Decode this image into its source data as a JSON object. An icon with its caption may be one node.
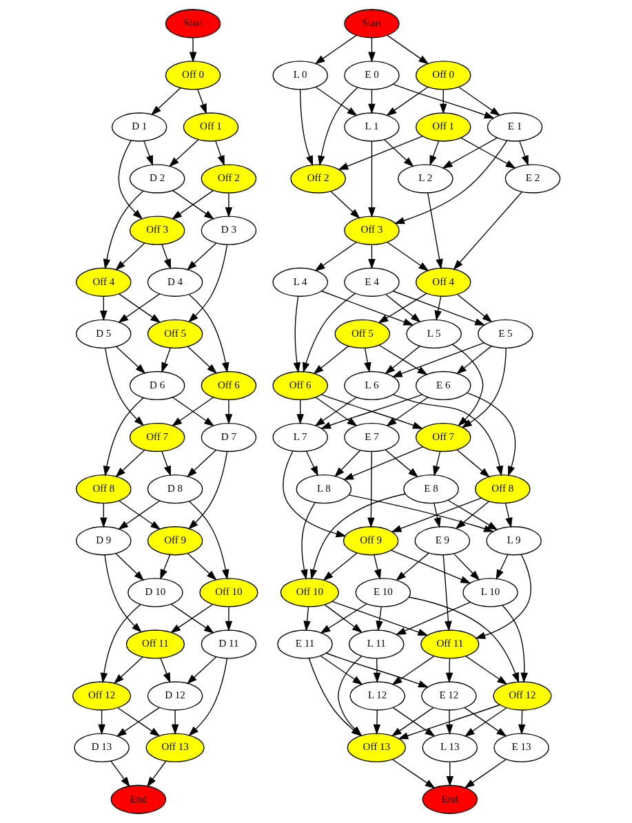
{
  "diagram": {
    "nodes": [
      {
        "text": [
          "Start"
        ]
      },
      {
        "text": [
          "Off 0"
        ]
      },
      {
        "text": [
          "Off 1"
        ]
      },
      {
        "text": [
          "D 1"
        ]
      },
      {
        "text": [
          "Off 2"
        ]
      },
      {
        "text": [
          "D 2"
        ]
      },
      {
        "text": [
          "Off 3"
        ]
      },
      {
        "text": [
          "D 3"
        ]
      },
      {
        "text": [
          "Off 4"
        ]
      },
      {
        "text": [
          "D 4"
        ]
      },
      {
        "text": [
          "Off 5"
        ]
      },
      {
        "text": [
          "D 5"
        ]
      },
      {
        "text": [
          "Off 6"
        ]
      },
      {
        "text": [
          "D 6"
        ]
      },
      {
        "text": [
          "Off 7"
        ]
      },
      {
        "text": [
          "D 7"
        ]
      },
      {
        "text": [
          "Off 8"
        ]
      },
      {
        "text": [
          "D 8"
        ]
      },
      {
        "text": [
          "Off 9"
        ]
      },
      {
        "text": [
          "D 9"
        ]
      },
      {
        "text": [
          "Off 10"
        ]
      },
      {
        "text": [
          "D 10"
        ]
      },
      {
        "text": [
          "Off 11"
        ]
      },
      {
        "text": [
          "D 11"
        ]
      },
      {
        "text": [
          "Off 12"
        ]
      },
      {
        "text": [
          "D 12"
        ]
      },
      {
        "text": [
          "Off 13"
        ]
      },
      {
        "text": [
          "D 13"
        ]
      },
      {
        "text": [
          "End"
        ]
      },
      {
        "text": [
          "Start"
        ]
      },
      {
        "text": [
          "Off 0"
        ]
      },
      {
        "text": [
          "E 0"
        ]
      },
      {
        "text": [
          "L 0"
        ]
      },
      {
        "text": [
          "Off 1"
        ]
      },
      {
        "text": [
          "E 1"
        ]
      },
      {
        "text": [
          "L 1"
        ]
      },
      {
        "text": [
          "Off 2"
        ]
      },
      {
        "text": [
          "E 2"
        ]
      },
      {
        "text": [
          "L 2"
        ]
      },
      {
        "text": [
          "Off 3"
        ]
      },
      {
        "text": [
          "Off 4"
        ]
      },
      {
        "text": [
          "E 4"
        ]
      },
      {
        "text": [
          "L 4"
        ]
      },
      {
        "text": [
          "Off 5"
        ]
      },
      {
        "text": [
          "E 5"
        ]
      },
      {
        "text": [
          "L 5"
        ]
      },
      {
        "text": [
          "Off 6"
        ]
      },
      {
        "text": [
          "E 6"
        ]
      },
      {
        "text": [
          "L 6"
        ]
      },
      {
        "text": [
          "Off 7"
        ]
      },
      {
        "text": [
          "E 7"
        ]
      },
      {
        "text": [
          "L 7"
        ]
      },
      {
        "text": [
          "Off 8"
        ]
      },
      {
        "text": [
          "E 8"
        ]
      },
      {
        "text": [
          "L 8"
        ]
      },
      {
        "text": [
          "Off 9"
        ]
      },
      {
        "text": [
          "E 9"
        ]
      },
      {
        "text": [
          "L 9"
        ]
      },
      {
        "text": [
          "Off 10"
        ]
      },
      {
        "text": [
          "E 10"
        ]
      },
      {
        "text": [
          "L 10"
        ]
      },
      {
        "text": [
          "Off 11"
        ]
      },
      {
        "text": [
          "E 11"
        ]
      },
      {
        "text": [
          "L 11"
        ]
      },
      {
        "text": [
          "Off 12"
        ]
      },
      {
        "text": [
          "E 12"
        ]
      },
      {
        "text": [
          "L 12"
        ]
      },
      {
        "text": [
          "Off 13"
        ]
      },
      {
        "text": [
          "E 13"
        ]
      },
      {
        "text": [
          "L 13"
        ]
      },
      {
        "text": [
          "End"
        ]
      }
    ],
    "edges": [
      {
        "from": 0,
        "to": 1,
        "arrow": "to"
      },
      {
        "from": 1,
        "to": 2,
        "arrow": "to"
      },
      {
        "from": 1,
        "to": 3,
        "arrow": "to"
      },
      {
        "from": 2,
        "to": 4,
        "arrow": "to"
      },
      {
        "from": 2,
        "to": 5,
        "arrow": "to"
      },
      {
        "from": 3,
        "to": 5,
        "arrow": "to"
      },
      {
        "from": 3,
        "to": 6,
        "arrow": "to"
      },
      {
        "from": 4,
        "to": 6,
        "arrow": "to"
      },
      {
        "from": 4,
        "to": 7,
        "arrow": "to"
      },
      {
        "from": 5,
        "to": 7,
        "arrow": "to"
      },
      {
        "from": 5,
        "to": 8,
        "arrow": "to"
      },
      {
        "from": 6,
        "to": 8,
        "arrow": "to"
      },
      {
        "from": 6,
        "to": 9,
        "arrow": "to"
      },
      {
        "from": 7,
        "to": 9,
        "arrow": "to"
      },
      {
        "from": 7,
        "to": 10,
        "arrow": "to"
      },
      {
        "from": 8,
        "to": 10,
        "arrow": "to"
      },
      {
        "from": 8,
        "to": 11,
        "arrow": "to"
      },
      {
        "from": 9,
        "to": 11,
        "arrow": "to"
      },
      {
        "from": 9,
        "to": 12,
        "arrow": "to"
      },
      {
        "from": 10,
        "to": 12,
        "arrow": "to"
      },
      {
        "from": 10,
        "to": 13,
        "arrow": "to"
      },
      {
        "from": 11,
        "to": 13,
        "arrow": "to"
      },
      {
        "from": 11,
        "to": 14,
        "arrow": "to"
      },
      {
        "from": 12,
        "to": 14,
        "arrow": "to"
      },
      {
        "from": 12,
        "to": 15,
        "arrow": "to"
      },
      {
        "from": 13,
        "to": 15,
        "arrow": "to"
      },
      {
        "from": 13,
        "to": 16,
        "arrow": "to"
      },
      {
        "from": 14,
        "to": 16,
        "arrow": "to"
      },
      {
        "from": 14,
        "to": 17,
        "arrow": "to"
      },
      {
        "from": 15,
        "to": 17,
        "arrow": "to"
      },
      {
        "from": 15,
        "to": 18,
        "arrow": "to"
      },
      {
        "from": 16,
        "to": 18,
        "arrow": "to"
      },
      {
        "from": 16,
        "to": 19,
        "arrow": "to"
      },
      {
        "from": 17,
        "to": 19,
        "arrow": "to"
      },
      {
        "from": 17,
        "to": 20,
        "arrow": "to"
      },
      {
        "from": 18,
        "to": 20,
        "arrow": "to"
      },
      {
        "from": 18,
        "to": 21,
        "arrow": "to"
      },
      {
        "from": 19,
        "to": 21,
        "arrow": "to"
      },
      {
        "from": 19,
        "to": 22,
        "arrow": "to"
      },
      {
        "from": 20,
        "to": 22,
        "arrow": "to"
      },
      {
        "from": 20,
        "to": 23,
        "arrow": "to"
      },
      {
        "from": 21,
        "to": 23,
        "arrow": "to"
      },
      {
        "from": 21,
        "to": 24,
        "arrow": "to"
      },
      {
        "from": 22,
        "to": 24,
        "arrow": "to"
      },
      {
        "from": 22,
        "to": 25,
        "arrow": "to"
      },
      {
        "from": 23,
        "to": 25,
        "arrow": "to"
      },
      {
        "from": 23,
        "to": 26,
        "arrow": "to"
      },
      {
        "from": 24,
        "to": 26,
        "arrow": "to"
      },
      {
        "from": 24,
        "to": 27,
        "arrow": "to"
      },
      {
        "from": 25,
        "to": 27,
        "arrow": "to"
      },
      {
        "from": 25,
        "to": 26,
        "arrow": "to"
      },
      {
        "from": 26,
        "to": 28,
        "arrow": "to"
      },
      {
        "from": 27,
        "to": 28,
        "arrow": "to"
      },
      {
        "from": 29,
        "to": 30,
        "arrow": "to"
      },
      {
        "from": 29,
        "to": 31,
        "arrow": "to"
      },
      {
        "from": 29,
        "to": 32,
        "arrow": "to"
      },
      {
        "from": 30,
        "to": 33,
        "arrow": "to"
      },
      {
        "from": 30,
        "to": 34,
        "arrow": "to"
      },
      {
        "from": 30,
        "to": 35,
        "arrow": "to"
      },
      {
        "from": 31,
        "to": 34,
        "arrow": "to"
      },
      {
        "from": 31,
        "to": 35,
        "arrow": "to"
      },
      {
        "from": 31,
        "to": 36,
        "arrow": "to"
      },
      {
        "from": 32,
        "to": 35,
        "arrow": "to"
      },
      {
        "from": 32,
        "to": 36,
        "arrow": "to"
      },
      {
        "from": 33,
        "to": 36,
        "arrow": "to"
      },
      {
        "from": 33,
        "to": 37,
        "arrow": "to"
      },
      {
        "from": 33,
        "to": 38,
        "arrow": "to"
      },
      {
        "from": 34,
        "to": 37,
        "arrow": "to"
      },
      {
        "from": 34,
        "to": 38,
        "arrow": "to"
      },
      {
        "from": 34,
        "to": 39,
        "arrow": "to"
      },
      {
        "from": 35,
        "to": 38,
        "arrow": "to"
      },
      {
        "from": 35,
        "to": 39,
        "arrow": "to"
      },
      {
        "from": 36,
        "to": 39,
        "arrow": "to"
      },
      {
        "from": 37,
        "to": 40,
        "arrow": "to"
      },
      {
        "from": 38,
        "to": 40,
        "arrow": "to"
      },
      {
        "from": 39,
        "to": 40,
        "arrow": "to"
      },
      {
        "from": 39,
        "to": 41,
        "arrow": "to"
      },
      {
        "from": 39,
        "to": 42,
        "arrow": "to"
      },
      {
        "from": 40,
        "to": 43,
        "arrow": "to"
      },
      {
        "from": 40,
        "to": 44,
        "arrow": "to"
      },
      {
        "from": 40,
        "to": 45,
        "arrow": "to"
      },
      {
        "from": 41,
        "to": 44,
        "arrow": "to"
      },
      {
        "from": 41,
        "to": 45,
        "arrow": "to"
      },
      {
        "from": 41,
        "to": 46,
        "arrow": "to"
      },
      {
        "from": 42,
        "to": 45,
        "arrow": "to"
      },
      {
        "from": 42,
        "to": 46,
        "arrow": "to"
      },
      {
        "from": 43,
        "to": 46,
        "arrow": "to"
      },
      {
        "from": 43,
        "to": 47,
        "arrow": "to"
      },
      {
        "from": 43,
        "to": 48,
        "arrow": "to"
      },
      {
        "from": 44,
        "to": 47,
        "arrow": "to"
      },
      {
        "from": 44,
        "to": 48,
        "arrow": "to"
      },
      {
        "from": 44,
        "to": 49,
        "arrow": "to"
      },
      {
        "from": 45,
        "to": 48,
        "arrow": "to"
      },
      {
        "from": 45,
        "to": 49,
        "arrow": "to"
      },
      {
        "from": 46,
        "to": 49,
        "arrow": "to"
      },
      {
        "from": 46,
        "to": 50,
        "arrow": "to"
      },
      {
        "from": 46,
        "to": 51,
        "arrow": "to"
      },
      {
        "from": 47,
        "to": 50,
        "arrow": "to"
      },
      {
        "from": 47,
        "to": 51,
        "arrow": "to"
      },
      {
        "from": 47,
        "to": 52,
        "arrow": "to"
      },
      {
        "from": 48,
        "to": 51,
        "arrow": "to"
      },
      {
        "from": 48,
        "to": 52,
        "arrow": "to"
      },
      {
        "from": 49,
        "to": 52,
        "arrow": "to"
      },
      {
        "from": 49,
        "to": 53,
        "arrow": "to"
      },
      {
        "from": 49,
        "to": 54,
        "arrow": "to"
      },
      {
        "from": 50,
        "to": 53,
        "arrow": "to"
      },
      {
        "from": 50,
        "to": 54,
        "arrow": "to"
      },
      {
        "from": 50,
        "to": 55,
        "arrow": "to"
      },
      {
        "from": 51,
        "to": 54,
        "arrow": "to"
      },
      {
        "from": 51,
        "to": 55,
        "arrow": "to"
      },
      {
        "from": 52,
        "to": 55,
        "arrow": "to"
      },
      {
        "from": 52,
        "to": 56,
        "arrow": "to"
      },
      {
        "from": 52,
        "to": 57,
        "arrow": "to"
      },
      {
        "from": 53,
        "to": 56,
        "arrow": "to"
      },
      {
        "from": 53,
        "to": 57,
        "arrow": "to"
      },
      {
        "from": 53,
        "to": 58,
        "arrow": "to"
      },
      {
        "from": 54,
        "to": 57,
        "arrow": "to"
      },
      {
        "from": 54,
        "to": 58,
        "arrow": "to"
      },
      {
        "from": 55,
        "to": 58,
        "arrow": "to"
      },
      {
        "from": 55,
        "to": 59,
        "arrow": "to"
      },
      {
        "from": 55,
        "to": 60,
        "arrow": "to"
      },
      {
        "from": 56,
        "to": 59,
        "arrow": "to"
      },
      {
        "from": 56,
        "to": 60,
        "arrow": "to"
      },
      {
        "from": 56,
        "to": 61,
        "arrow": "to"
      },
      {
        "from": 57,
        "to": 60,
        "arrow": "to"
      },
      {
        "from": 57,
        "to": 61,
        "arrow": "to"
      },
      {
        "from": 58,
        "to": 61,
        "arrow": "to"
      },
      {
        "from": 58,
        "to": 62,
        "arrow": "to"
      },
      {
        "from": 58,
        "to": 63,
        "arrow": "to"
      },
      {
        "from": 59,
        "to": 62,
        "arrow": "to"
      },
      {
        "from": 59,
        "to": 63,
        "arrow": "to"
      },
      {
        "from": 59,
        "to": 64,
        "arrow": "to"
      },
      {
        "from": 60,
        "to": 63,
        "arrow": "to"
      },
      {
        "from": 60,
        "to": 64,
        "arrow": "to"
      },
      {
        "from": 61,
        "to": 64,
        "arrow": "to"
      },
      {
        "from": 61,
        "to": 65,
        "arrow": "to"
      },
      {
        "from": 61,
        "to": 66,
        "arrow": "to"
      },
      {
        "from": 62,
        "to": 65,
        "arrow": "to"
      },
      {
        "from": 62,
        "to": 66,
        "arrow": "to"
      },
      {
        "from": 62,
        "to": 67,
        "arrow": "to"
      },
      {
        "from": 63,
        "to": 66,
        "arrow": "to"
      },
      {
        "from": 63,
        "to": 67,
        "arrow": "to"
      },
      {
        "from": 64,
        "to": 67,
        "arrow": "to"
      },
      {
        "from": 64,
        "to": 68,
        "arrow": "to"
      },
      {
        "from": 64,
        "to": 69,
        "arrow": "to"
      },
      {
        "from": 65,
        "to": 67,
        "arrow": "to"
      },
      {
        "from": 65,
        "to": 68,
        "arrow": "to"
      },
      {
        "from": 65,
        "to": 69,
        "arrow": "to"
      },
      {
        "from": 66,
        "to": 67,
        "arrow": "to"
      },
      {
        "from": 66,
        "to": 69,
        "arrow": "to"
      },
      {
        "from": 67,
        "to": 70,
        "arrow": "to"
      },
      {
        "from": 68,
        "to": 70,
        "arrow": "to"
      },
      {
        "from": 69,
        "to": 70,
        "arrow": "to"
      }
    ]
  }
}
